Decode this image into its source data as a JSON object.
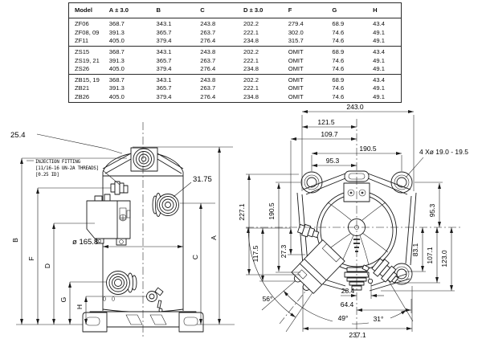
{
  "table": {
    "headers": [
      "Model",
      "A ± 3.0",
      "B",
      "C",
      "D ± 3.0",
      "F",
      "G",
      "H"
    ],
    "groups": [
      {
        "rows": [
          [
            "ZF06",
            "368.7",
            "343.1",
            "243.8",
            "202.2",
            "279.4",
            "68.9",
            "43.4"
          ],
          [
            "ZF08, 09",
            "391.3",
            "365.7",
            "263.7",
            "222.1",
            "302.0",
            "74.6",
            "49.1"
          ],
          [
            "ZF11",
            "405.0",
            "379.4",
            "276.4",
            "234.8",
            "315.7",
            "74.6",
            "49.1"
          ]
        ]
      },
      {
        "rows": [
          [
            "ZS15",
            "368.7",
            "343.1",
            "243.8",
            "202.2",
            "OMIT",
            "68.9",
            "43.4"
          ],
          [
            "ZS19, 21",
            "391.3",
            "365.7",
            "263.7",
            "222.1",
            "OMIT",
            "74.6",
            "49.1"
          ],
          [
            "ZS26",
            "405.0",
            "379.4",
            "276.4",
            "234.8",
            "OMIT",
            "74.6",
            "49.1"
          ]
        ]
      },
      {
        "rows": [
          [
            "ZB15, 19",
            "368.7",
            "343.1",
            "243.8",
            "202.2",
            "OMIT",
            "68.9",
            "43.4"
          ],
          [
            "ZB21",
            "391.3",
            "365.7",
            "263.7",
            "222.1",
            "OMIT",
            "74.6",
            "49.1"
          ],
          [
            "ZB26",
            "405.0",
            "379.4",
            "276.4",
            "234.8",
            "OMIT",
            "74.6",
            "49.1"
          ]
        ]
      }
    ]
  },
  "side_view": {
    "dim_25_4": "25.4",
    "injection_note": [
      "INJECTION FITTING",
      "[11/16-16 UN-2A THREADS]",
      "[0.25 ID]"
    ],
    "dim_31_75": "31.75",
    "dim_diameter": "ø 165.8",
    "dims": {
      "a": "A",
      "b": "B",
      "c": "C",
      "d": "D",
      "f": "F",
      "g": "G",
      "h": "H"
    }
  },
  "top_view": {
    "dim_243_0": "243.0",
    "dim_121_5": "121.5",
    "dim_109_7": "109.7",
    "dim_190_5_top": "190.5",
    "dim_95_3_top": "95.3",
    "bolt_hole_note": "4 Xø 19.0 - 19.5",
    "dim_227_1": "227.1",
    "dim_190_5_left": "190.5",
    "dim_117_5": "117.5",
    "dim_27_3": "27.3",
    "dim_95_3_right": "95.3",
    "dim_83_1": "83.1",
    "dim_107_1": "107.1",
    "dim_123_0": "123.0",
    "dim_28_4": "28.4",
    "dim_64_4": "64.4",
    "dim_237_1": "237.1",
    "angle_56": "56°",
    "angle_49": "49°",
    "angle_31": "31°"
  }
}
